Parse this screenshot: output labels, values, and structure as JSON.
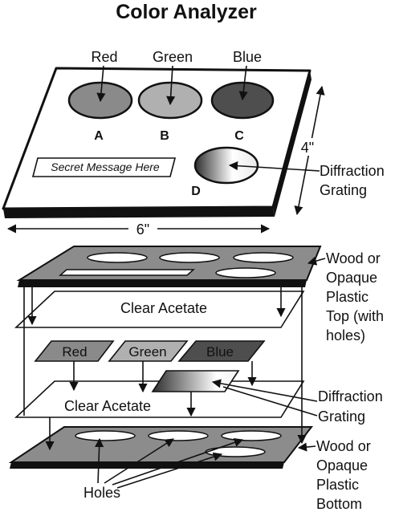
{
  "title": "Color Analyzer",
  "top_view": {
    "filters": [
      {
        "name": "Red",
        "letter": "A",
        "color": "#8a8a8a"
      },
      {
        "name": "Green",
        "letter": "B",
        "color": "#b0b0b0"
      },
      {
        "name": "Blue",
        "letter": "C",
        "color": "#4e4e4e"
      }
    ],
    "grating_letter": "D",
    "secret_message": "Secret Message Here",
    "width_label": "6\"",
    "height_label": "4\"",
    "grating_label": [
      "Diffraction",
      "Grating"
    ]
  },
  "exploded_view": {
    "top_label": [
      "Wood or",
      "Opaque",
      "Plastic",
      "Top (with",
      "holes)"
    ],
    "acetate_label": "Clear Acetate",
    "filter_labels": [
      "Red",
      "Green",
      "Blue"
    ],
    "grating_label": [
      "Diffraction",
      "Grating"
    ],
    "bottom_label": [
      "Wood or",
      "Opaque",
      "Plastic",
      "Bottom"
    ],
    "holes_label": "Holes"
  },
  "colors": {
    "board_gray": "#8c8c8c",
    "red_filter": "#8a8a8a",
    "green_filter": "#b0b0b0",
    "blue_filter": "#4e4e4e"
  }
}
